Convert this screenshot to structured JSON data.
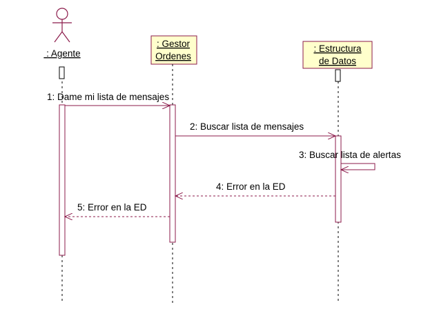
{
  "colors": {
    "line": "#8B1A4A",
    "box_fill": "#FFFFCC",
    "activation_fill": "#FFFFFF",
    "text": "#000000",
    "background": "#FFFFFF"
  },
  "participants": [
    {
      "id": "agente",
      "kind": "actor",
      "label": " : Agente"
    },
    {
      "id": "gestor",
      "kind": "object",
      "label_line1": ": Gestor",
      "label_line2": "Ordenes"
    },
    {
      "id": "estructura",
      "kind": "object",
      "label_line1": ": Estructura",
      "label_line2": "de Datos"
    }
  ],
  "messages": [
    {
      "id": "m1",
      "from": "agente",
      "to": "gestor",
      "type": "call",
      "label": "1: Dame mi lista de mensajes"
    },
    {
      "id": "m2",
      "from": "gestor",
      "to": "estructura",
      "type": "call",
      "label": "2: Buscar lista de mensajes"
    },
    {
      "id": "m3",
      "from": "estructura",
      "to": "estructura",
      "type": "self",
      "label": "3: Buscar lista de alertas"
    },
    {
      "id": "m4",
      "from": "estructura",
      "to": "gestor",
      "type": "return",
      "label": "4: Error en la ED"
    },
    {
      "id": "m5",
      "from": "gestor",
      "to": "agente",
      "type": "return",
      "label": "5: Error en la ED"
    }
  ]
}
